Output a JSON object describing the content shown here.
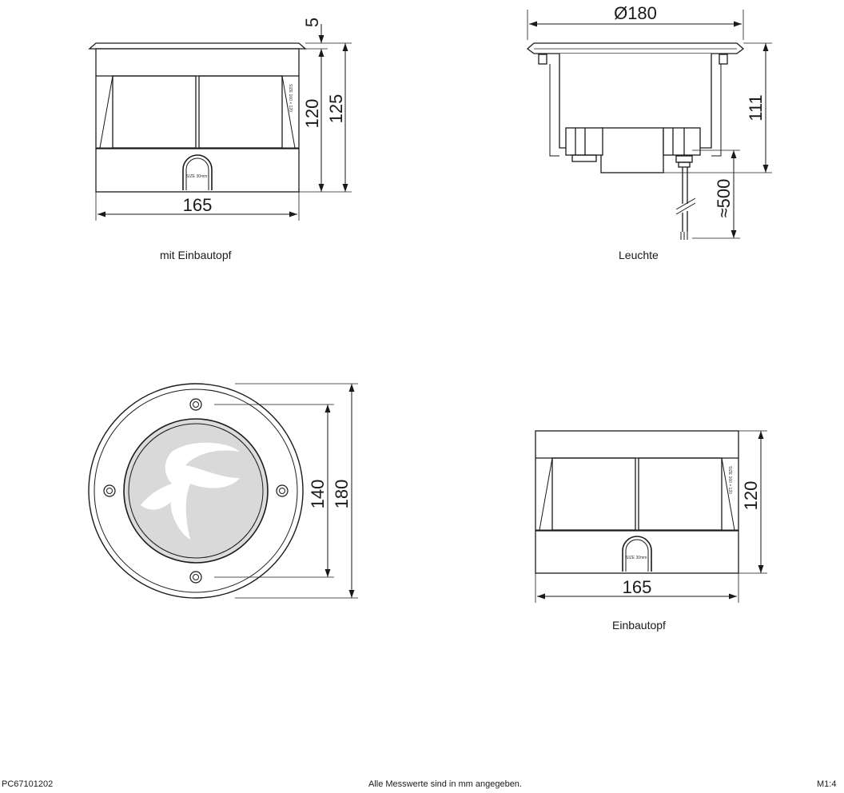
{
  "views": {
    "with_housing": {
      "caption": "mit Einbautopf",
      "dims": {
        "width": "165",
        "height_inner": "120",
        "height_total": "125",
        "rim": "5"
      },
      "label_side": "SIZE 160 × 120",
      "label_cable": "SIZE 30mm"
    },
    "luminaire": {
      "caption": "Leuchte",
      "dims": {
        "diameter": "Ø180",
        "height": "111",
        "cable": "≈500"
      }
    },
    "top": {
      "dims": {
        "inner": "140",
        "outer": "180"
      }
    },
    "housing": {
      "caption": "Einbautopf",
      "dims": {
        "width": "165",
        "height": "120"
      },
      "label_side": "SIZE 160 × 120",
      "label_cable": "SIZE 30mm"
    }
  },
  "footer": {
    "code": "PC67101202",
    "note": "Alle Messwerte sind in mm angegeben.",
    "scale": "M1:4"
  },
  "colors": {
    "line": "#1a1a1a",
    "glass": "#d9d9d9",
    "logo": "#ffffff"
  }
}
